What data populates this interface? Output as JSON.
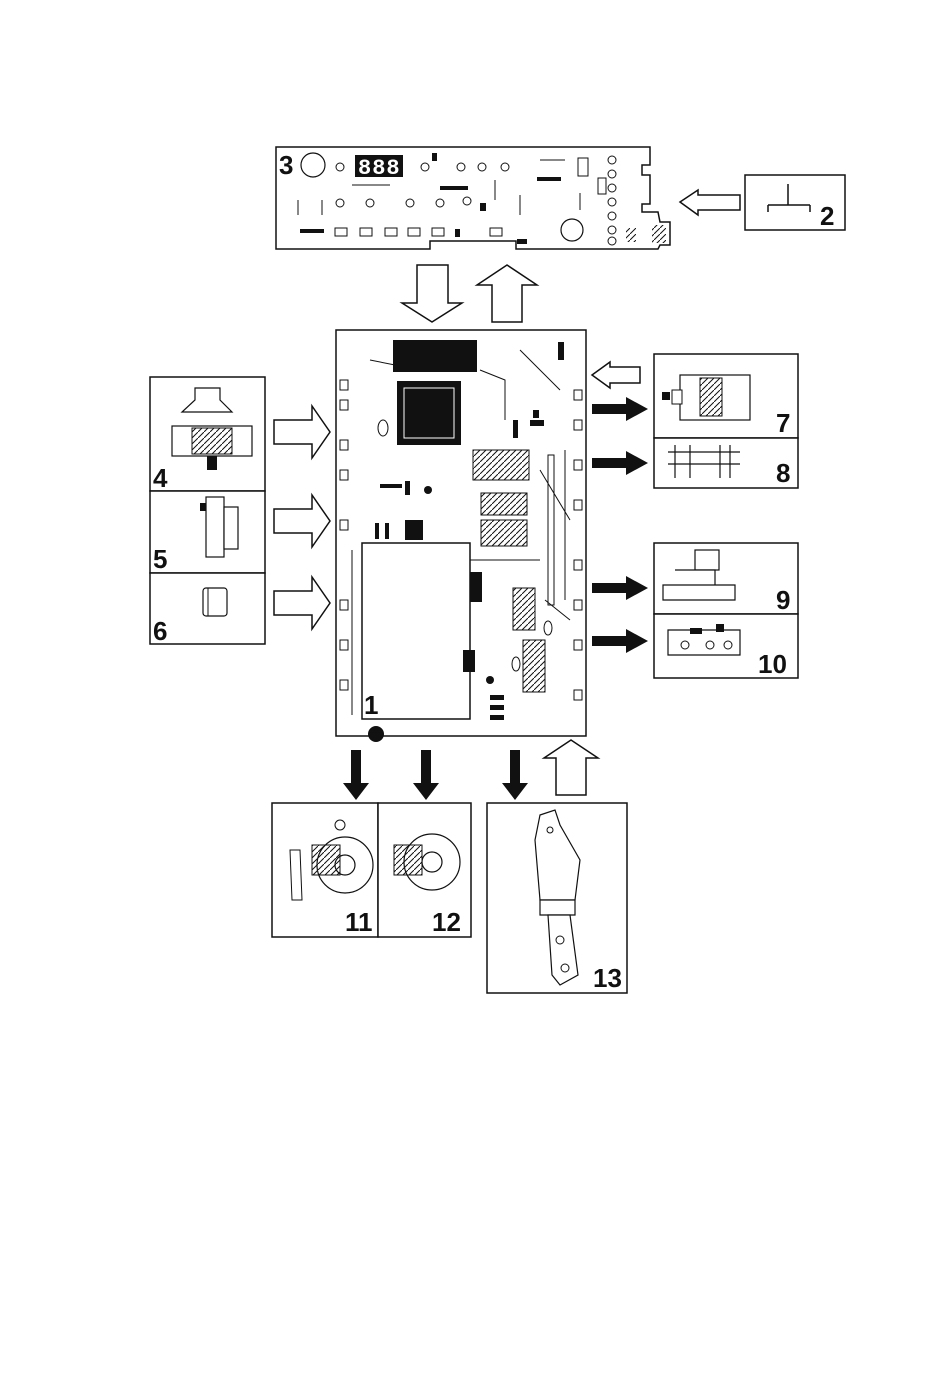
{
  "diagram": {
    "components": [
      {
        "id": "main-board",
        "label": "1"
      },
      {
        "id": "selector",
        "label": "2"
      },
      {
        "id": "display-board",
        "label": "3"
      },
      {
        "id": "pressure-switch",
        "label": "4"
      },
      {
        "id": "turbidity-sensor",
        "label": "5"
      },
      {
        "id": "temp-sensor",
        "label": "6"
      },
      {
        "id": "motor",
        "label": "7"
      },
      {
        "id": "heater",
        "label": "8"
      },
      {
        "id": "solenoid-valve",
        "label": "9"
      },
      {
        "id": "switch-unit",
        "label": "10"
      },
      {
        "id": "drain-pump",
        "label": "11"
      },
      {
        "id": "circulation-pump",
        "label": "12"
      },
      {
        "id": "door-lock",
        "label": "13"
      }
    ],
    "display_digits": "888"
  },
  "colors": {
    "line": "#111111",
    "fill": "#ffffff",
    "dark": "#1a1a1a"
  }
}
